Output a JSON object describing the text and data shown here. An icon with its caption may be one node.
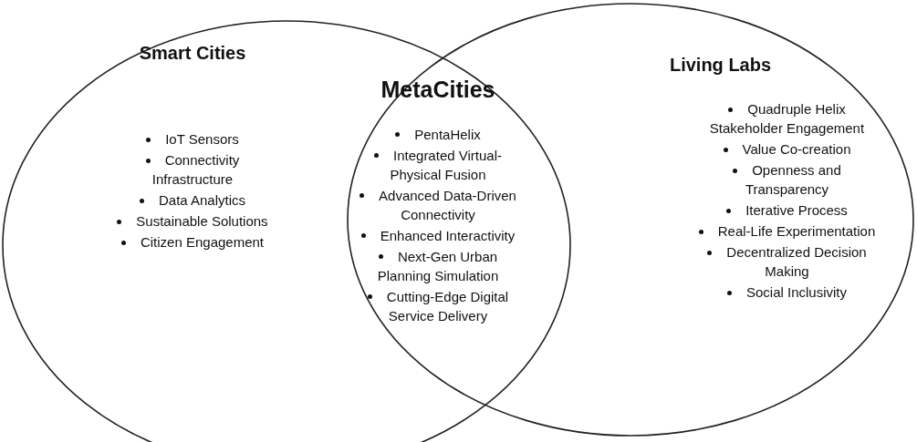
{
  "diagram": {
    "nodes": [
      {
        "text": [
          "Smart Cities",
          "IoT Sensors",
          "Connectivity Infrastructure",
          "Data Analytics",
          "Sustainable Solutions",
          "Citizen Engagement"
        ]
      },
      {
        "text": [
          "Living Labs",
          "Quadruple Helix Stakeholder Engagement",
          "Value Co-creation",
          "Openness and Transparency",
          "Iterative Process",
          "Real-Life Experimentation",
          "Decentralized Decision Making",
          "Social Inclusivity"
        ]
      },
      {
        "text": [
          "MetaCities",
          "PentaHelix",
          "Integrated Virtual-Physical Fusion",
          "Advanced Data-Driven Connectivity",
          "Enhanced Interactivity",
          "Next-Gen Urban Planning Simulation",
          "Cutting-Edge Digital Service Delivery"
        ]
      }
    ]
  }
}
